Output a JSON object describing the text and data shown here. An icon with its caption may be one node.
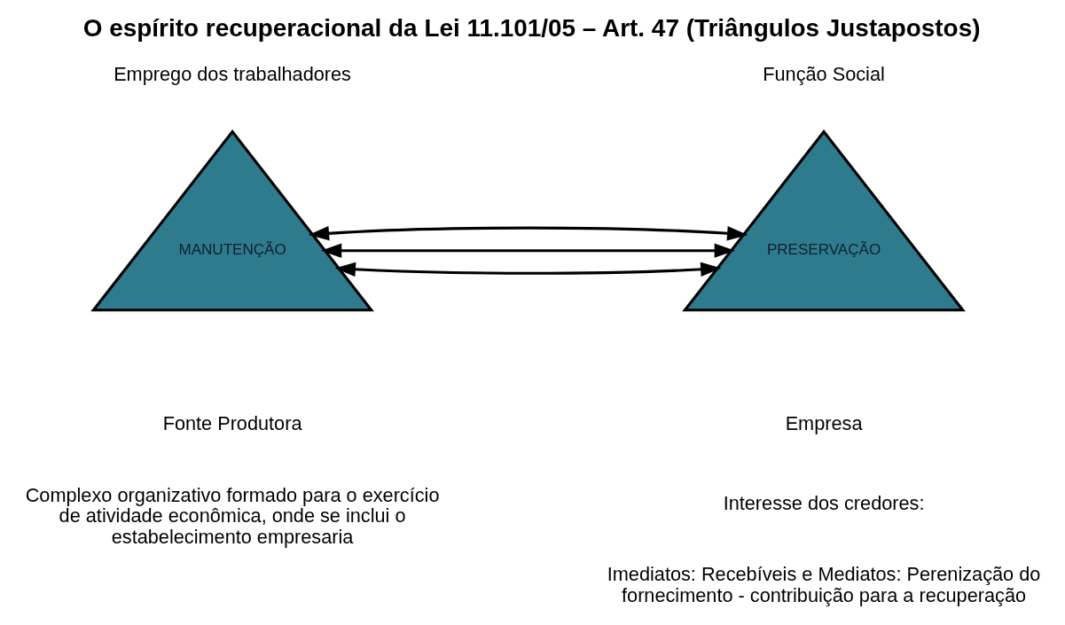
{
  "diagram": {
    "title": "O espírito recuperacional da Lei 11.101/05 – Art. 47 (Triângulos Justapostos)",
    "nodes": [
      {
        "text": [
          "MANUTENÇÃO"
        ],
        "beside": [
          "Emprego dos trabalhadores",
          "Fonte Produtora",
          "Complexo organizativo formado para o exercício de atividade econômica, onde se inclui o estabelecimento empresaria"
        ]
      },
      {
        "text": [
          "PRESERVAÇÃO"
        ],
        "beside": [
          "Função Social",
          "Empresa",
          "Interesse dos credores:",
          "Imediatos: Recebíveis e Mediatos: Perenização do fornecimento - contribuição para a recuperação"
        ]
      }
    ],
    "edges": [
      {
        "from": 0,
        "to": 1,
        "arrow": "both"
      },
      {
        "from": 0,
        "to": 1,
        "arrow": "both"
      },
      {
        "from": 0,
        "to": 1,
        "arrow": "both"
      }
    ]
  }
}
